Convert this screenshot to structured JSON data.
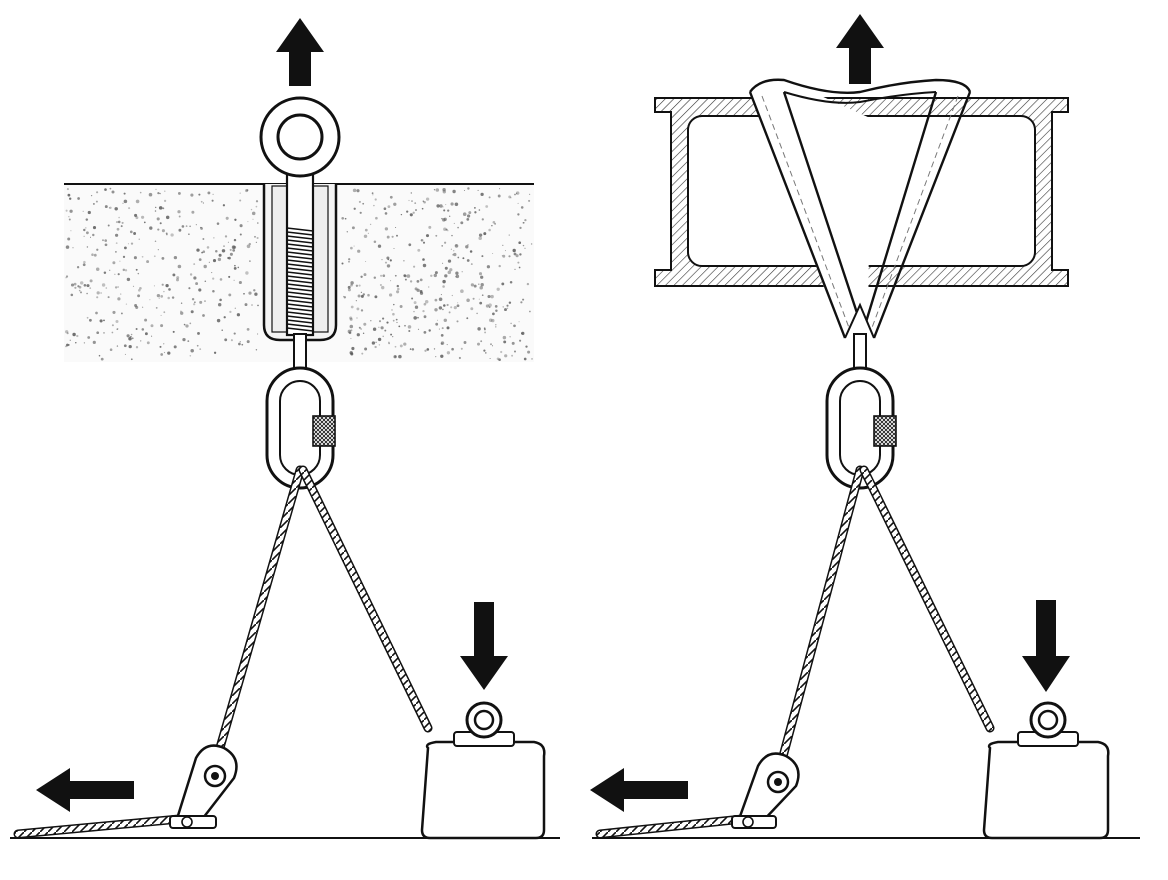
{
  "figure": {
    "panels": [
      {
        "id": "left",
        "anchor": "eye-bolt-in-concrete"
      },
      {
        "id": "right",
        "anchor": "sling-on-i-beam"
      }
    ],
    "colors": {
      "line": "#111111",
      "background": "#ffffff",
      "concrete_speckle": "#555555",
      "hatch": "#333333"
    },
    "icons": [
      "arrow-up-icon",
      "arrow-down-icon",
      "arrow-left-icon",
      "eye-bolt-icon",
      "carabiner-icon",
      "pulley-icon",
      "weight-icon"
    ]
  }
}
